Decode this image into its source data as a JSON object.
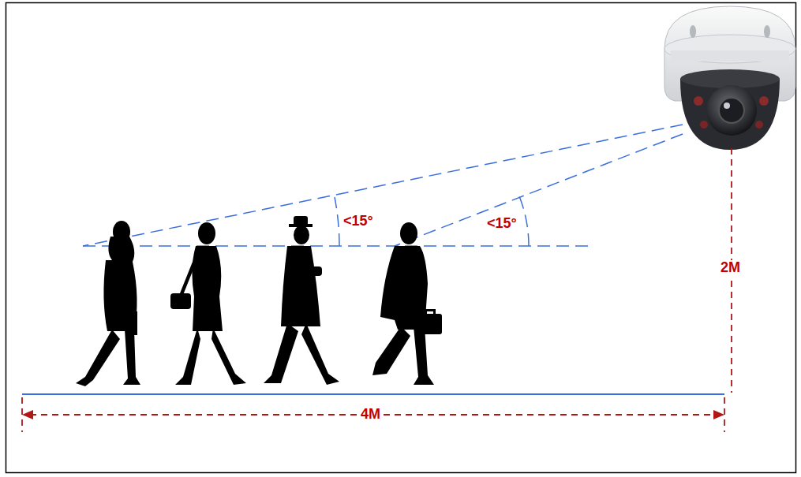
{
  "diagram": {
    "labels": [
      "<15°",
      "<15°",
      "2M",
      "4M"
    ]
  }
}
